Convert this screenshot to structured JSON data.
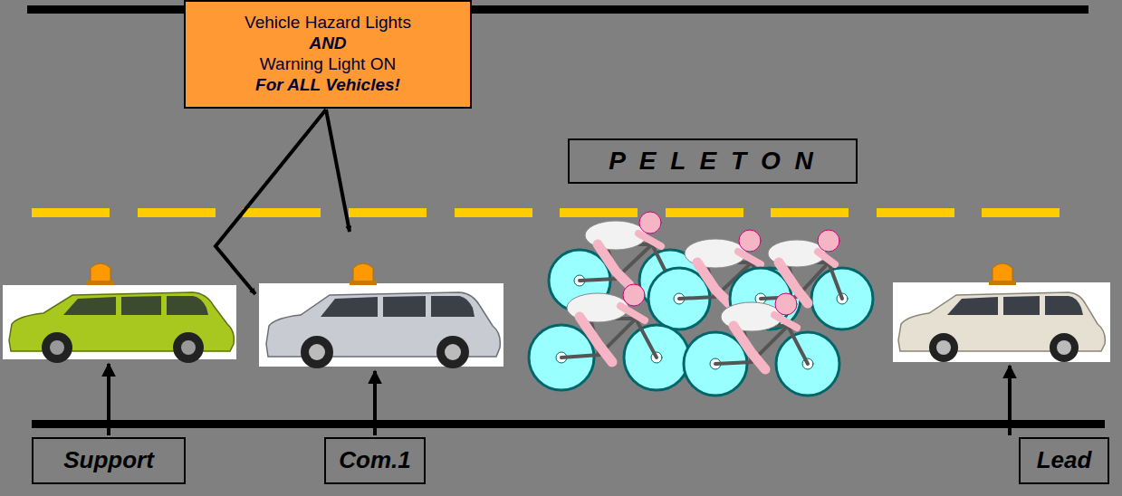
{
  "diagram": {
    "nodes": [
      {
        "text": [
          "Vehicle Hazard Lights",
          "AND",
          "Warning Light ON",
          "For ALL Vehicles!"
        ]
      },
      {
        "text": [
          "P E L E T O N"
        ]
      },
      {
        "text": [
          "Support"
        ]
      },
      {
        "text": [
          "Com.1"
        ]
      },
      {
        "text": [
          "Lead"
        ]
      }
    ]
  }
}
